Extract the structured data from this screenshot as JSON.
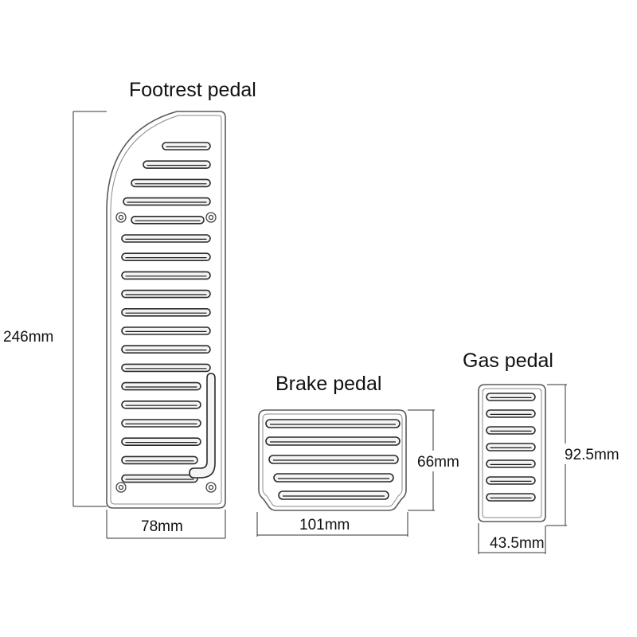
{
  "footrest": {
    "title": "Footrest pedal",
    "height_label": "246mm",
    "width_label": "78mm"
  },
  "brake": {
    "title": "Brake pedal",
    "height_label": "66mm",
    "width_label": "101mm"
  },
  "gas": {
    "title": "Gas pedal",
    "height_label": "92.5mm",
    "width_label": "43.5mm"
  }
}
